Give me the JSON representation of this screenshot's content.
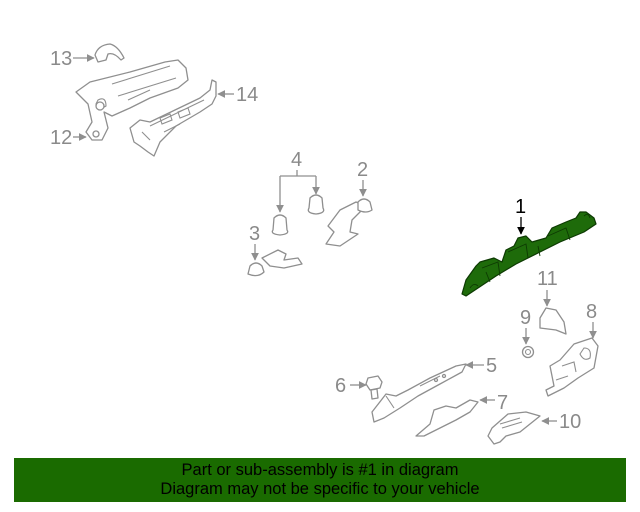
{
  "diagram": {
    "highlight_color": "#1e6b0a",
    "callouts": [
      {
        "id": "1",
        "label": "1",
        "highlighted": true
      },
      {
        "id": "2",
        "label": "2"
      },
      {
        "id": "3",
        "label": "3"
      },
      {
        "id": "4",
        "label": "4"
      },
      {
        "id": "5",
        "label": "5"
      },
      {
        "id": "6",
        "label": "6"
      },
      {
        "id": "7",
        "label": "7"
      },
      {
        "id": "8",
        "label": "8"
      },
      {
        "id": "9",
        "label": "9"
      },
      {
        "id": "10",
        "label": "10"
      },
      {
        "id": "11",
        "label": "11"
      },
      {
        "id": "12",
        "label": "12"
      },
      {
        "id": "13",
        "label": "13"
      },
      {
        "id": "14",
        "label": "14"
      }
    ]
  },
  "banner": {
    "background": "#1a6b00",
    "line1": "Part or sub-assembly is #1 in diagram",
    "line2": "Diagram may not be specific to your vehicle"
  }
}
